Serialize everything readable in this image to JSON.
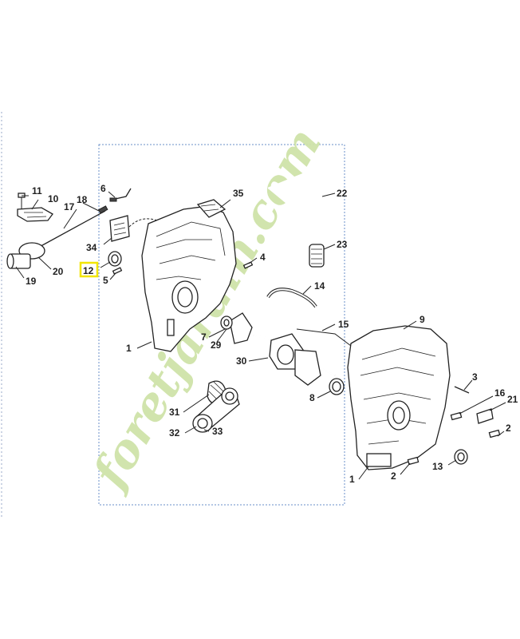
{
  "callouts": {
    "p1a": "1",
    "p1b": "1",
    "p2a": "2",
    "p2b": "2",
    "p3": "3",
    "p4": "4",
    "p5": "5",
    "p6": "6",
    "p7": "7",
    "p8": "8",
    "p9": "9",
    "p10": "10",
    "p11": "11",
    "p12": "12",
    "p13": "13",
    "p14": "14",
    "p15": "15",
    "p16": "16",
    "p17": "17",
    "p18": "18",
    "p19": "19",
    "p20": "20",
    "p21": "21",
    "p22": "22",
    "p23": "23",
    "p29": "29",
    "p30": "30",
    "p31": "31",
    "p32": "32",
    "p33": "33",
    "p34": "34",
    "p35": "35"
  },
  "highlight": {
    "part": "12",
    "color": "#f2e600"
  },
  "watermark": {
    "text": "foretjardin.com",
    "colors": {
      "green": "#cfe3a9",
      "orange": "#f6c9a0"
    }
  },
  "frame_color": "#6a8fc8"
}
